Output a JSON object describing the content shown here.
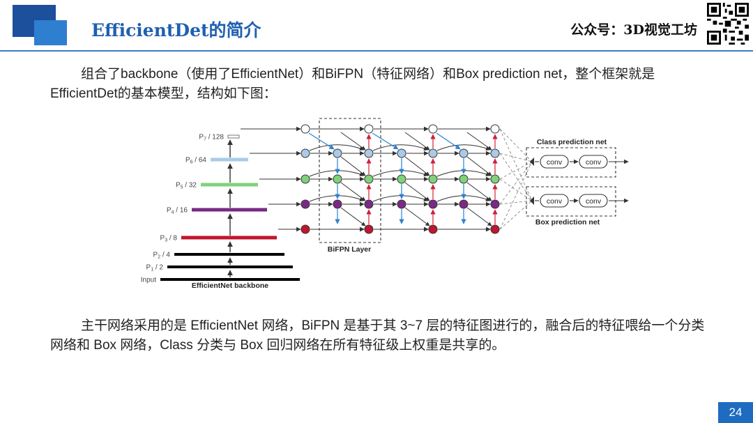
{
  "header": {
    "title": "EfficientDet的简介",
    "brand": "公众号：3D视觉工坊"
  },
  "body": {
    "paragraph1": "组合了backbone（使用了EfficientNet）和BiFPN（特征网络）和Box prediction net，整个框架就是EfficientDet的基本模型，结构如下图：",
    "paragraph2": "主干网络采用的是 EfficientNet 网络，BiFPN 是基于其 3~7 层的特征图进行的，融合后的特征喂给一个分类网络和 Box 网络，Class 分类与 Box 回归网络在所有特征级上权重是共享的。"
  },
  "figure": {
    "levels": [
      {
        "label": "P7 / 128",
        "base": "P",
        "sub": "7",
        "rest": " / 128",
        "color": "#ffffff"
      },
      {
        "label": "P6 / 64",
        "base": "P",
        "sub": "6",
        "rest": " / 64",
        "color": "#a9cbe8"
      },
      {
        "label": "P5 / 32",
        "base": "P",
        "sub": "5",
        "rest": " / 32",
        "color": "#7fd27a"
      },
      {
        "label": "P4 / 16",
        "base": "P",
        "sub": "4",
        "rest": " / 16",
        "color": "#7a2a86"
      },
      {
        "label": "P3 / 8",
        "base": "P",
        "sub": "3",
        "rest": " / 8",
        "color": "#c0162e"
      },
      {
        "label": "P2 / 4",
        "base": "P",
        "sub": "2",
        "rest": " / 4",
        "color": "#000000"
      },
      {
        "label": "P1 / 2",
        "base": "P",
        "sub": "1",
        "rest": " / 2",
        "color": "#000000"
      },
      {
        "label": "Input",
        "base": "Input",
        "sub": "",
        "rest": "",
        "color": "#000000"
      }
    ],
    "backbone_label": "EfficientNet backbone",
    "bifpn_label": "BiFPN Layer",
    "class_net_label": "Class prediction net",
    "box_net_label": "Box prediction net",
    "conv_label": "conv"
  },
  "footer": {
    "page_number": "24"
  }
}
